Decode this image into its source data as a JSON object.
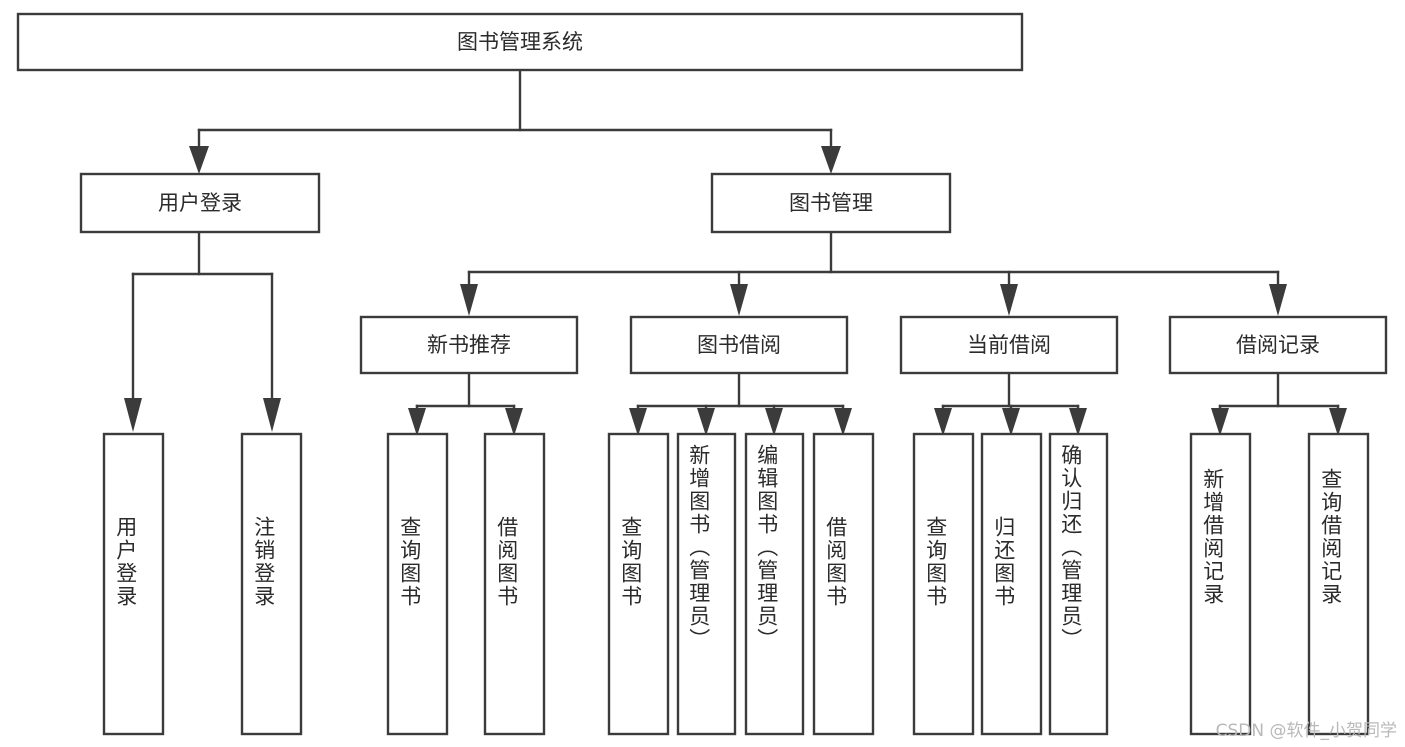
{
  "diagram": {
    "type": "tree-hierarchy",
    "title": "图书管理系统",
    "root": {
      "id": "root",
      "label": "图书管理系统",
      "orientation": "horizontal"
    },
    "level1": [
      {
        "id": "user-login",
        "label": "用户登录",
        "orientation": "horizontal"
      },
      {
        "id": "book-manage",
        "label": "图书管理",
        "orientation": "horizontal"
      }
    ],
    "level2": [
      {
        "id": "new-book-recommend",
        "label": "新书推荐",
        "orientation": "horizontal",
        "parent": "book-manage"
      },
      {
        "id": "book-borrow",
        "label": "图书借阅",
        "orientation": "horizontal",
        "parent": "book-manage"
      },
      {
        "id": "current-borrow",
        "label": "当前借阅",
        "orientation": "horizontal",
        "parent": "book-manage"
      },
      {
        "id": "borrow-record",
        "label": "借阅记录",
        "orientation": "horizontal",
        "parent": "book-manage"
      }
    ],
    "leaves": [
      {
        "id": "leaf-user-login",
        "label": "用户登录",
        "orientation": "vertical",
        "parent": "user-login"
      },
      {
        "id": "leaf-user-logout",
        "label": "注销登录",
        "orientation": "vertical",
        "parent": "user-login"
      },
      {
        "id": "leaf-query-book-1",
        "label": "查询图书",
        "orientation": "vertical",
        "parent": "new-book-recommend"
      },
      {
        "id": "leaf-borrow-book-1",
        "label": "借阅图书",
        "orientation": "vertical",
        "parent": "new-book-recommend"
      },
      {
        "id": "leaf-query-book-2",
        "label": "查询图书",
        "orientation": "vertical",
        "parent": "book-borrow"
      },
      {
        "id": "leaf-add-book",
        "label": "新增图书（管理员）",
        "orientation": "vertical",
        "parent": "book-borrow"
      },
      {
        "id": "leaf-edit-book",
        "label": "编辑图书（管理员）",
        "orientation": "vertical",
        "parent": "book-borrow"
      },
      {
        "id": "leaf-borrow-book-2",
        "label": "借阅图书",
        "orientation": "vertical",
        "parent": "book-borrow"
      },
      {
        "id": "leaf-query-book-3",
        "label": "查询图书",
        "orientation": "vertical",
        "parent": "current-borrow"
      },
      {
        "id": "leaf-return-book",
        "label": "归还图书",
        "orientation": "vertical",
        "parent": "current-borrow"
      },
      {
        "id": "leaf-confirm-return",
        "label": "确认归还（管理员）",
        "orientation": "vertical",
        "parent": "current-borrow"
      },
      {
        "id": "leaf-add-record",
        "label": "新增借阅记录",
        "orientation": "vertical",
        "parent": "borrow-record"
      },
      {
        "id": "leaf-query-record",
        "label": "查询借阅记录",
        "orientation": "vertical",
        "parent": "borrow-record"
      }
    ]
  },
  "watermark": {
    "text": "CSDN @软件_小贺同学"
  },
  "colors": {
    "stroke": "#3b3b3b",
    "box_fill": "#ffffff",
    "text": "#2b2b2b",
    "watermark": "#b9b9b9",
    "background": "#ffffff"
  }
}
